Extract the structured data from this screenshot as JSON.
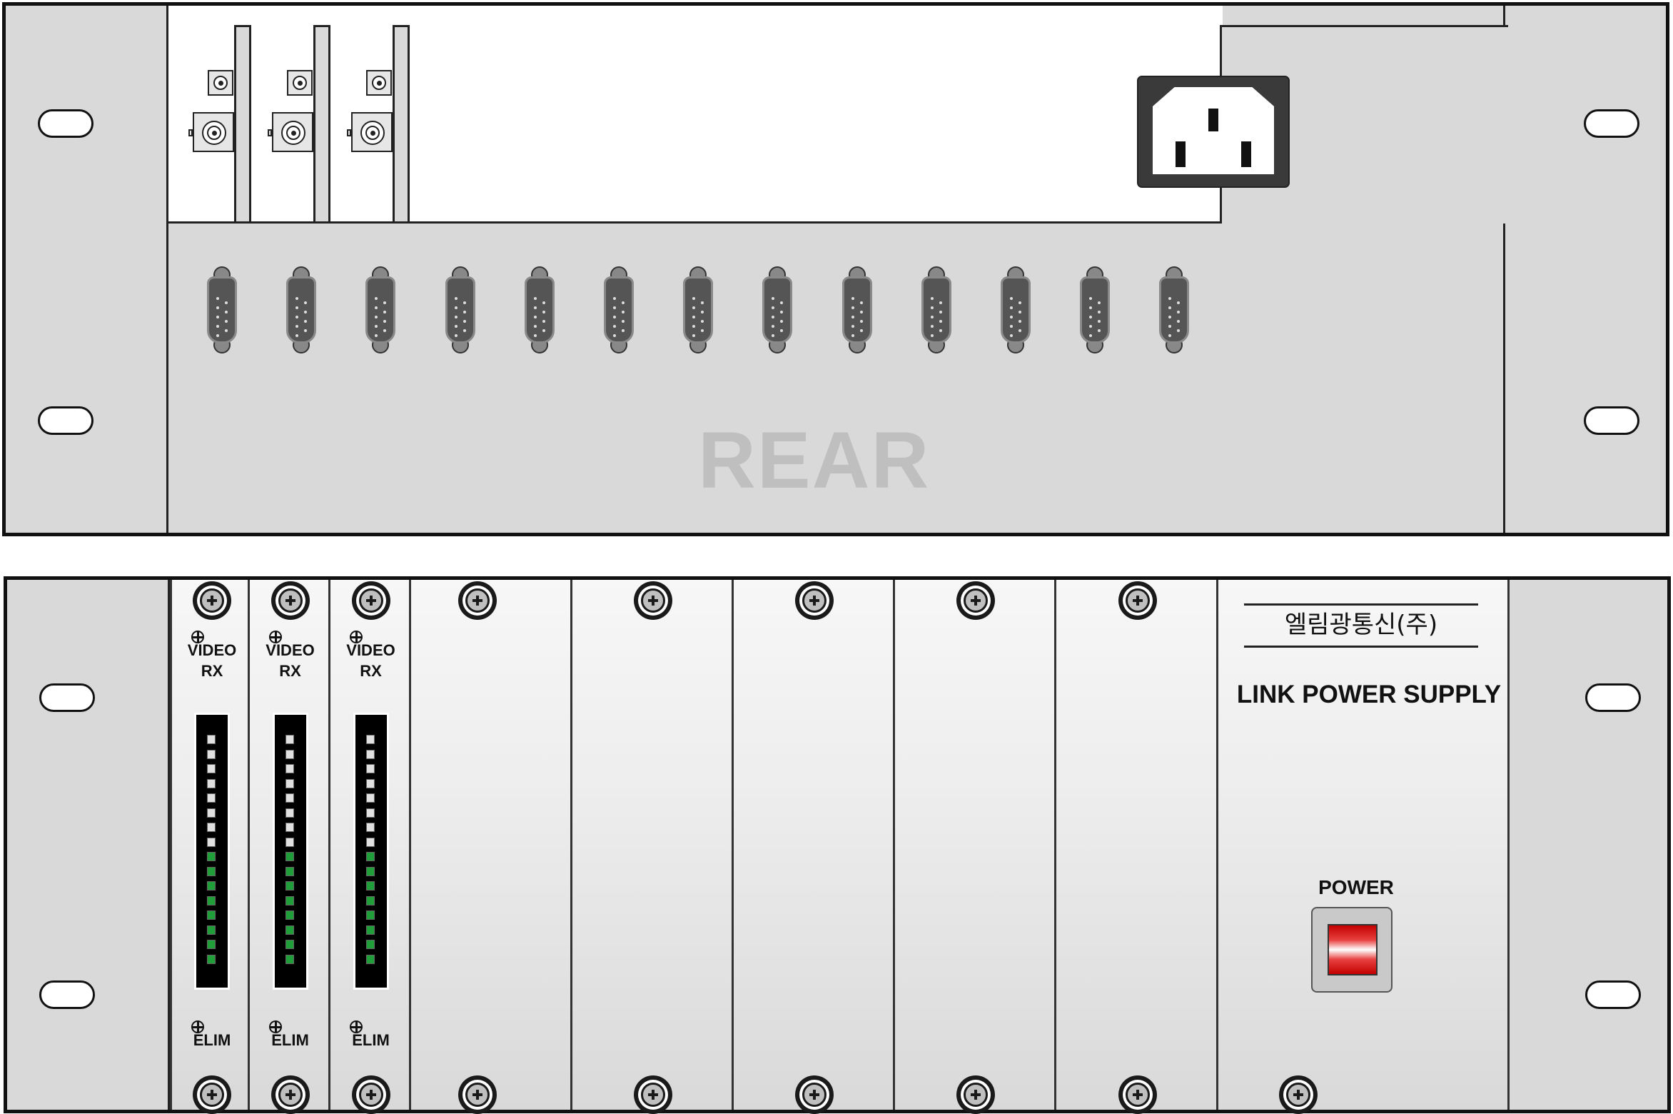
{
  "rear": {
    "label": "REAR"
  },
  "front": {
    "video_cards": [
      {
        "label_line1": "VIDEO",
        "label_line2": "RX",
        "bottom_label": "ELIM"
      },
      {
        "label_line1": "VIDEO",
        "label_line2": "RX",
        "bottom_label": "ELIM"
      },
      {
        "label_line1": "VIDEO",
        "label_line2": "RX",
        "bottom_label": "ELIM"
      }
    ],
    "meter": {
      "segments_total": 16,
      "segments_lit": 8,
      "lit_color": "#1f9e3a",
      "unlit_color": "#e0e0e0"
    },
    "psu": {
      "company": "엘림광통신(주)",
      "title": "LINK POWER SUPPLY",
      "power_label": "POWER",
      "switch_color": "#d61f1f"
    }
  }
}
